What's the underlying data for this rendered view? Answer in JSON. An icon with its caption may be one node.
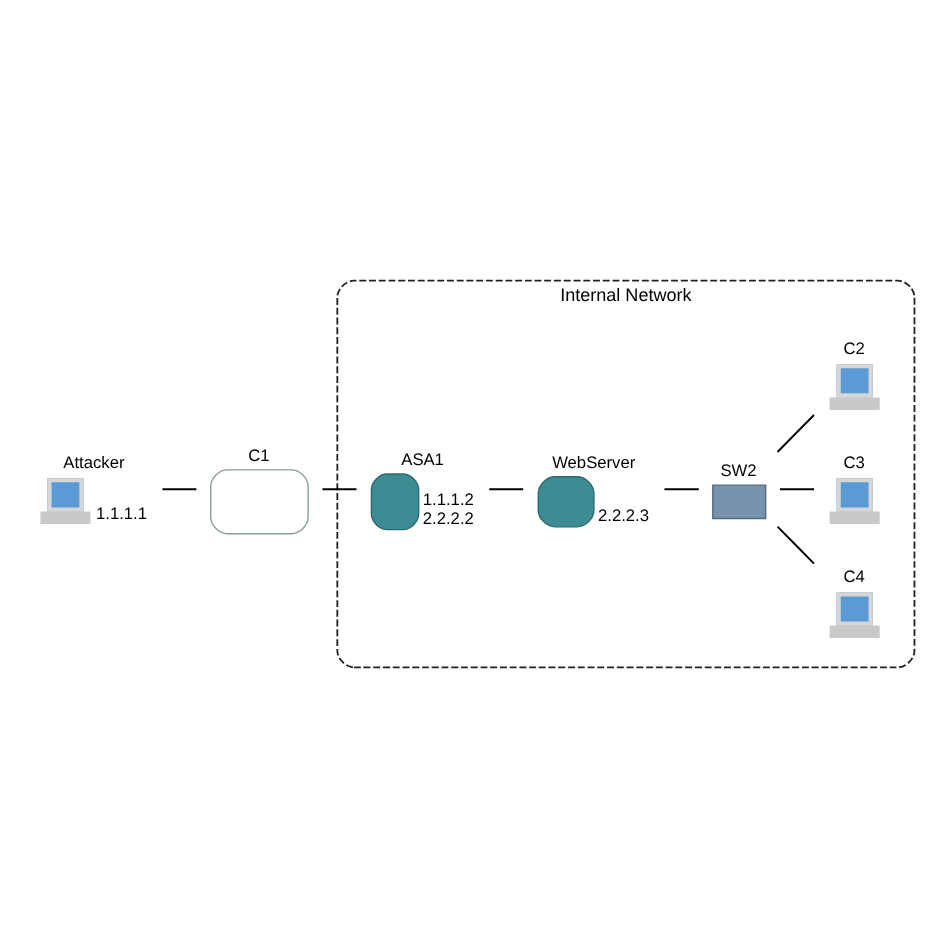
{
  "diagram": {
    "nodes": [
      {
        "text": [
          "Internal Network"
        ]
      },
      {
        "text": [
          "C2"
        ],
        "in": 0
      },
      {
        "text": [
          "ASA1"
        ],
        "in": 0,
        "beside": [
          "1.1.1.2",
          "2.2.2.2"
        ]
      },
      {
        "text": [
          "WebServer"
        ],
        "in": 0,
        "beside": [
          "2.2.2.3"
        ]
      },
      {
        "text": [
          "SW2"
        ],
        "in": 0
      },
      {
        "text": [
          "C3"
        ],
        "in": 0
      },
      {
        "text": [
          "C4"
        ],
        "in": 0
      },
      {
        "text": [
          "C1"
        ]
      },
      {
        "text": [
          "Attacker"
        ],
        "beside": [
          "1.1.1.1"
        ]
      }
    ],
    "edges": [
      {
        "from": 8,
        "to": 7,
        "arrow": "none"
      },
      {
        "from": 7,
        "to": 2,
        "arrow": "none"
      },
      {
        "from": 2,
        "to": 3,
        "arrow": "none"
      },
      {
        "from": 3,
        "to": 4,
        "arrow": "none"
      },
      {
        "from": 4,
        "to": 1,
        "arrow": "none"
      },
      {
        "from": 4,
        "to": 5,
        "arrow": "none"
      },
      {
        "from": 4,
        "to": 6,
        "arrow": "none"
      }
    ]
  }
}
